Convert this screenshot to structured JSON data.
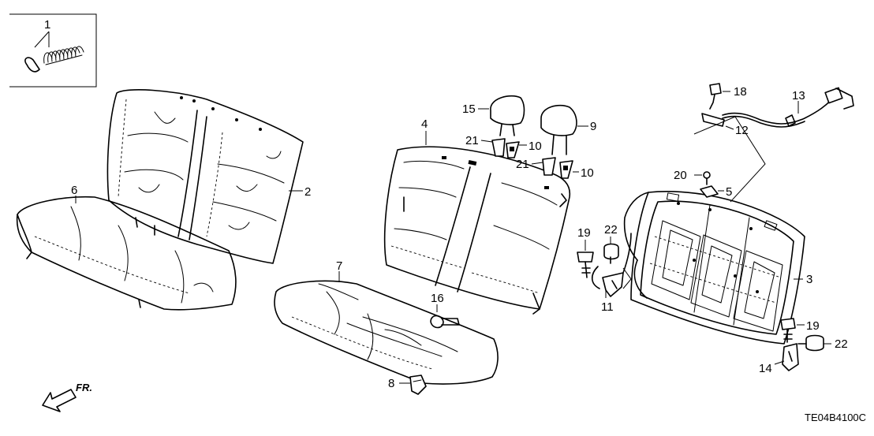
{
  "diagram_code": "TE04B4100C",
  "direction_label": "FR.",
  "callouts": {
    "c1": "1",
    "c2": "2",
    "c3": "3",
    "c4": "4",
    "c5": "5",
    "c6": "6",
    "c7": "7",
    "c8": "8",
    "c9": "9",
    "c10a": "10",
    "c10b": "10",
    "c11": "11",
    "c12": "12",
    "c13": "13",
    "c14": "14",
    "c15": "15",
    "c16": "16",
    "c18": "18",
    "c19a": "19",
    "c19b": "19",
    "c20": "20",
    "c21a": "21",
    "c21b": "21",
    "c22a": "22",
    "c22b": "22"
  }
}
